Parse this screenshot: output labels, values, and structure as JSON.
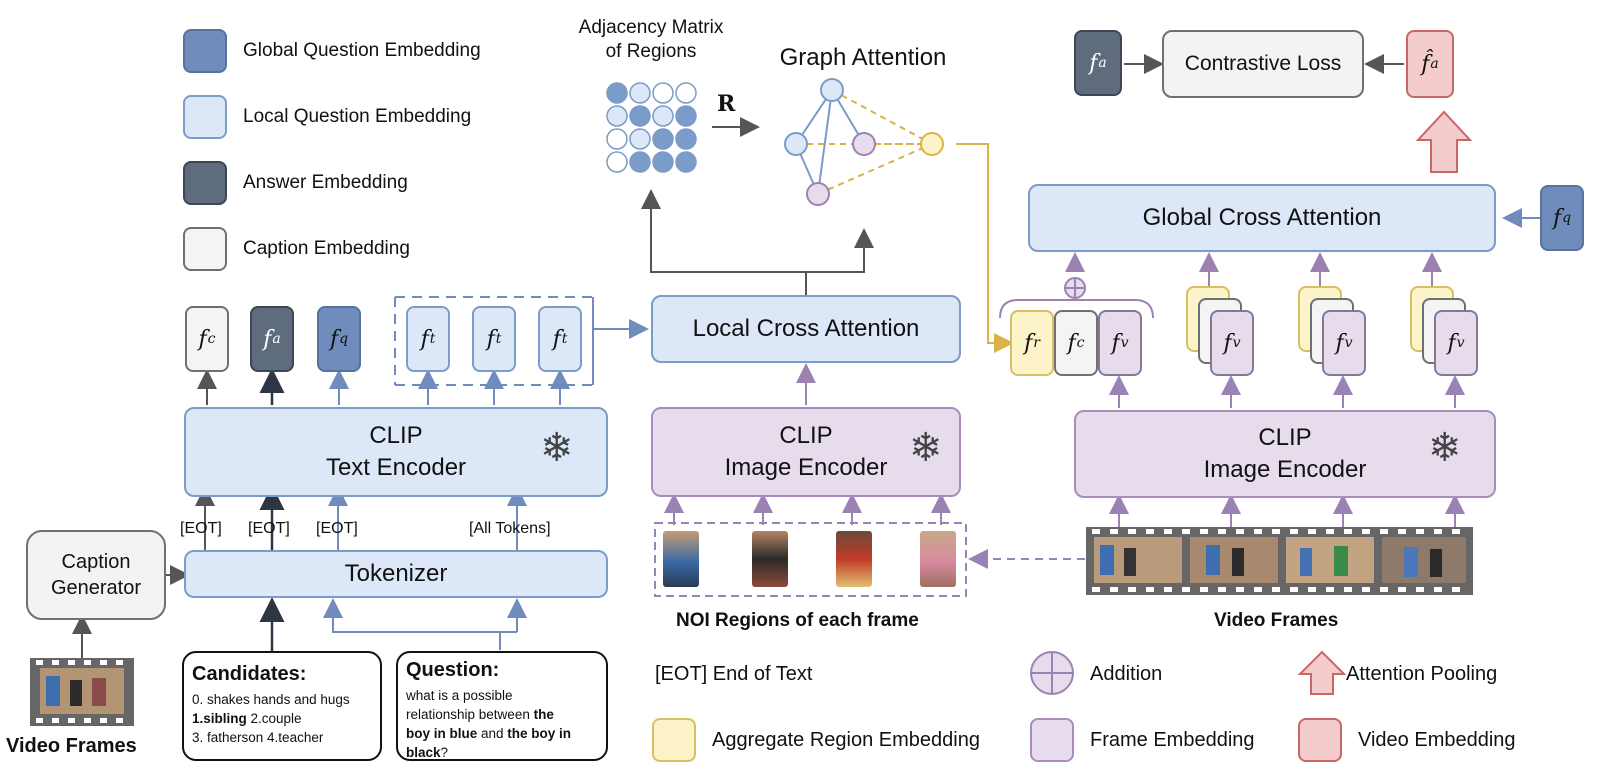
{
  "legend": {
    "global_q": "Global Question Embedding",
    "local_q": "Local Question Embedding",
    "answer": "Answer Embedding",
    "caption": "Caption Embedding",
    "region": "Aggregate Region Embedding",
    "frame": "Frame Embedding",
    "video": "Video Embedding",
    "addition": "Addition",
    "eot": "[EOT] End of Text",
    "pooling": "Attention Pooling"
  },
  "adjacency": {
    "title_line1": "Adjacency Matrix",
    "title_line2": "of Regions",
    "symbol": "R"
  },
  "graph_attention": "Graph Attention",
  "contrastive_loss": "Contrastive Loss",
  "global_cross_attention": "Global Cross Attention",
  "local_cross_attention": "Local Cross Attention",
  "text_encoder": {
    "line1": "CLIP",
    "line2": "Text Encoder"
  },
  "image_encoder_mid": {
    "line1": "CLIP",
    "line2": "Image Encoder"
  },
  "image_encoder_right": {
    "line1": "CLIP",
    "line2": "Image Encoder"
  },
  "tokenizer": "Tokenizer",
  "caption_generator": {
    "line1": "Caption",
    "line2": "Generator"
  },
  "token_labels": {
    "eot1": "[EOT]",
    "eot2": "[EOT]",
    "eot3": "[EOT]",
    "all": "[All Tokens]"
  },
  "captions": {
    "noi": "NOI Regions of each frame",
    "video_frames_right": "Video Frames",
    "video_frames_left": "Video Frames"
  },
  "candidates": {
    "title": "Candidates:",
    "line1": "0. shakes hands and hugs",
    "line2_bold": "1.sibling",
    "line2_rest": " 2.couple",
    "line3": "3. fatherson 4.teacher"
  },
  "question": {
    "title": "Question:",
    "line1": "what is a possible",
    "line2a": "relationship between ",
    "line2b": "the",
    "line3a": "boy in blue",
    "line3b": " and ",
    "line3c": "the boy in",
    "line4a": "black",
    "line4b": "?"
  },
  "symbols": {
    "f": "f",
    "sub_c": "c",
    "sub_a": "a",
    "sub_q": "q",
    "sub_t": "t",
    "sub_r": "r",
    "sub_v": "v",
    "snowflake": "❄",
    "fhat": "f̂"
  },
  "colors": {
    "blue_fill": "#dce8f8",
    "blue_stroke": "#7b9bc8",
    "purple_fill": "#e7dcec",
    "purple_stroke": "#a88cc0",
    "answer_fill": "#5e6c7e",
    "global_q_fill": "#6f8cbd",
    "region_fill": "#fdf3c9",
    "video_fill": "#f5cccc"
  }
}
